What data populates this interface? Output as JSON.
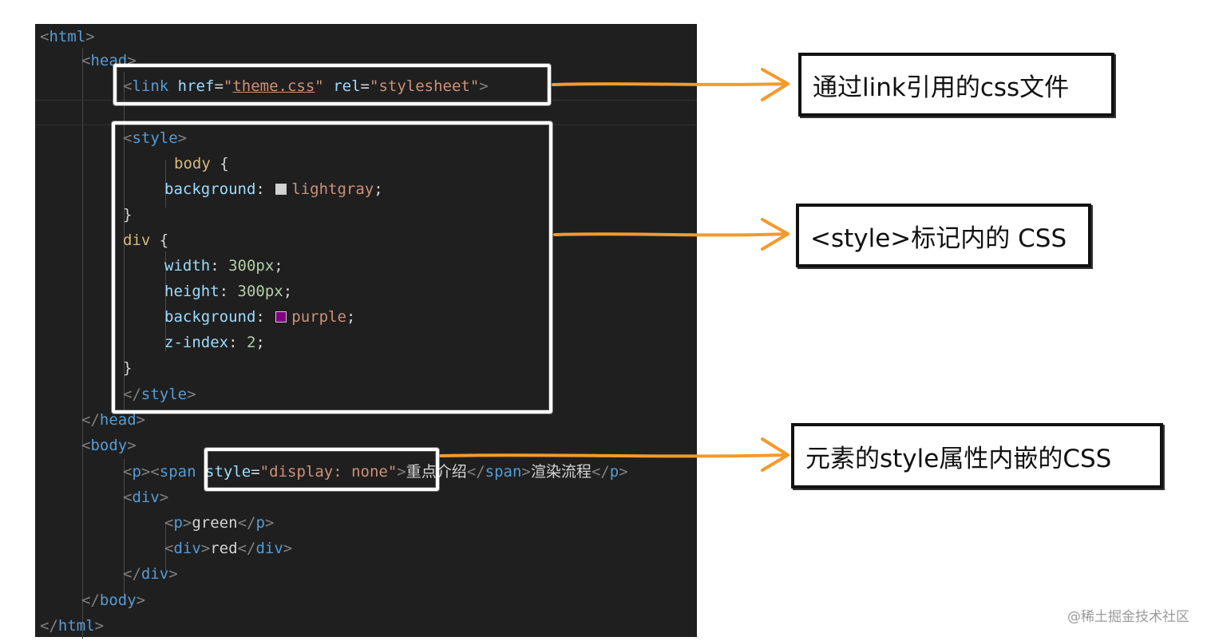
{
  "code": {
    "html_tag": "html",
    "head_tag": "head",
    "link_tag": "link",
    "href_attr": "href",
    "href_value": "theme.css",
    "rel_attr": "rel",
    "rel_value": "stylesheet",
    "style_tag": "style",
    "body_selector": "body",
    "background_prop": "background",
    "lightgray_value": "lightgray",
    "div_selector": "div",
    "width_prop": "width",
    "width_value": "300px",
    "height_prop": "height",
    "height_value": "300px",
    "purple_value": "purple",
    "zindex_prop": "z-index",
    "zindex_value": "2",
    "body_tag": "body",
    "p_tag": "p",
    "span_tag": "span",
    "style_attr": "style",
    "style_attr_value": "display: none",
    "span_text": "重点介绍",
    "p_text": "渲染流程",
    "div_tag": "div",
    "green_text": "green",
    "red_text": "red"
  },
  "colors": {
    "lightgray": "#d3d3d3",
    "purple": "#800080",
    "arrow": "#f39a2c"
  },
  "labels": {
    "link_css": "通过link引用的css文件",
    "style_css": "<style>标记内的 CSS",
    "inline_css": "元素的style属性内嵌的CSS"
  },
  "watermark": "@稀土掘金技术社区"
}
